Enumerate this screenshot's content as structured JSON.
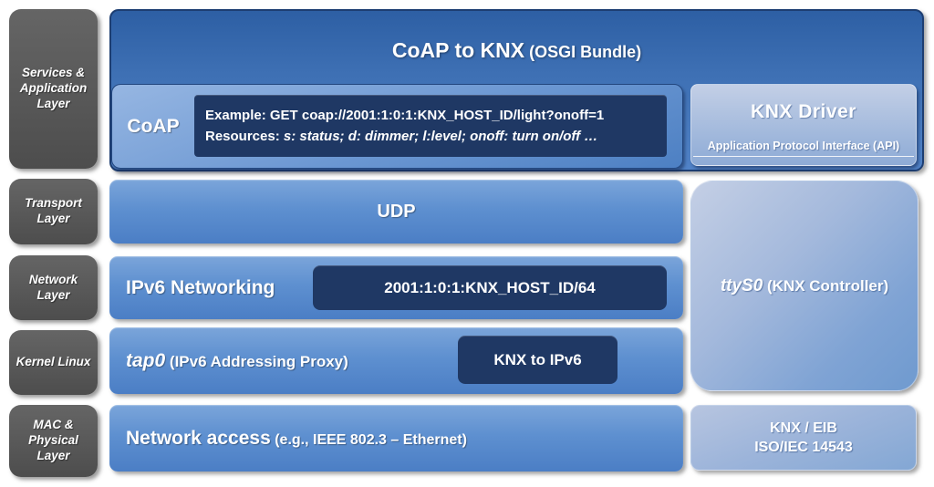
{
  "colors": {
    "background": "#ffffff",
    "sidebar_gray": "#595959",
    "dark_navy": "#1f3864",
    "row_blue": "#5e90d0",
    "top_box_blue": "#3e70b4",
    "light_panel_blue": "#9cb4da"
  },
  "sidebar": {
    "items": [
      {
        "label": "Services & Application Layer"
      },
      {
        "label": "Transport Layer"
      },
      {
        "label": "Network Layer"
      },
      {
        "label": "Kernel Linux"
      },
      {
        "label": "MAC & Physical Layer"
      }
    ]
  },
  "top_box": {
    "title_main": "CoAP to KNX",
    "title_suffix": " (OSGI Bundle)",
    "coap_label": "CoAP",
    "example_prefix": "Example: ",
    "example_text": "GET coap://2001:1:0:1:KNX_HOST_ID/light?onoff=1",
    "resources_prefix": "Resources: ",
    "resources_text": "s: status; d: dimmer; l:level; onoff: turn on/off …",
    "knx_driver": {
      "title": "KNX  Driver",
      "subtitle": "Application Protocol  Interface (API)"
    }
  },
  "rows": {
    "udp": {
      "label": "UDP"
    },
    "ipv6": {
      "label": "IPv6 Networking",
      "address": "2001:1:0:1:KNX_HOST_ID/64"
    },
    "tap0": {
      "name": "tap0",
      "description": " (IPv6 Addressing Proxy)",
      "badge": "KNX to IPv6"
    },
    "network_access": {
      "name": "Network access",
      "description": " (e.g., IEEE 802.3 – Ethernet)"
    }
  },
  "right_column": {
    "ttys0": {
      "name": "ttyS0",
      "description": " (KNX Controller)"
    },
    "knx_eib": {
      "line1": "KNX / EIB",
      "line2": "ISO/IEC 14543"
    }
  }
}
